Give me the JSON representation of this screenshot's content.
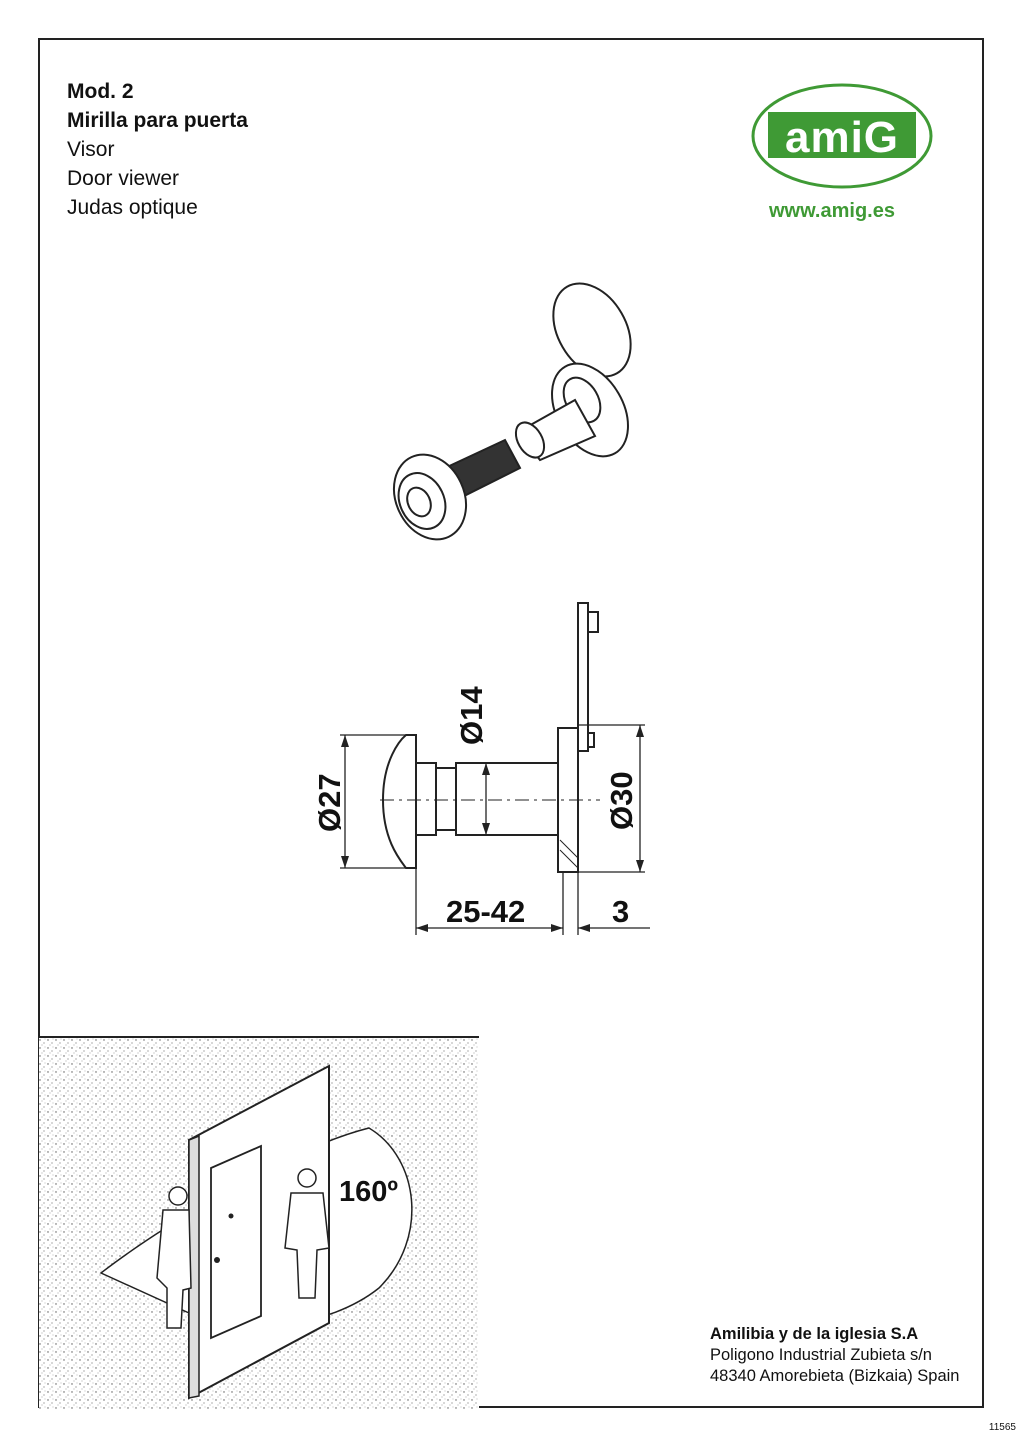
{
  "header": {
    "model": "Mod. 2",
    "name_es": "Mirilla para puerta",
    "name_alt1": "Visor",
    "name_en": "Door viewer",
    "name_fr": "Judas optique"
  },
  "brand": {
    "logo_text": "amiG",
    "url": "www.amig.es",
    "color": "#3f9a35"
  },
  "dimensions": {
    "d27": "Ø27",
    "d14": "Ø14",
    "d30": "Ø30",
    "length": "25-42",
    "thickness": "3"
  },
  "scene": {
    "angle": "160º"
  },
  "company": {
    "name": "Amilibia y de la iglesia S.A",
    "street": "Poligono Industrial Zubieta s/n",
    "city": "48340 Amorebieta (Bizkaia) Spain"
  },
  "doc_code": "11565"
}
